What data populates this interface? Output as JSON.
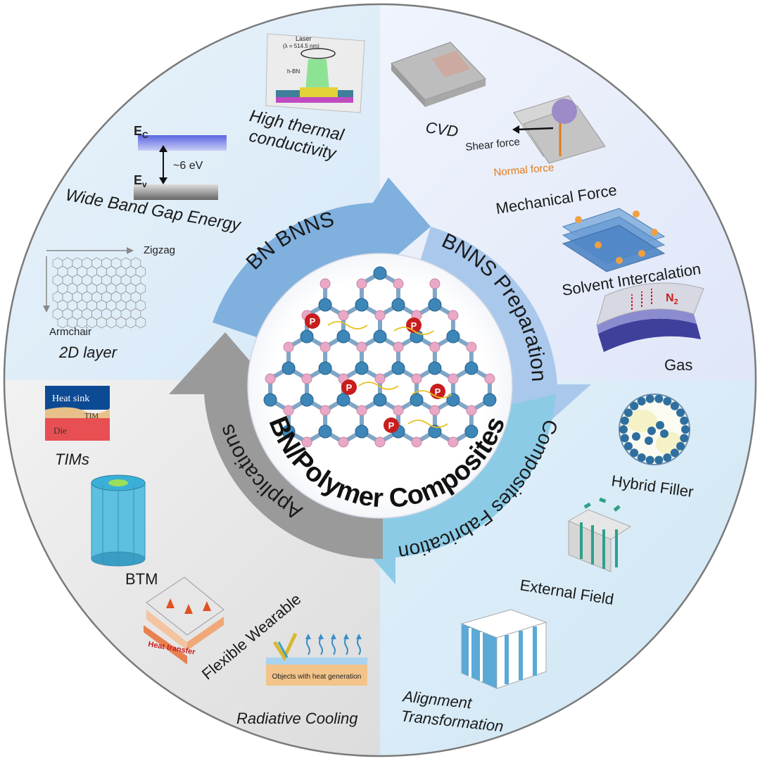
{
  "center": {
    "title": "BN/Polymer Composites",
    "polymer_marker": "P"
  },
  "ring": {
    "bn_bnns": "BN   BNNS",
    "preparation": "BNNS Preparation",
    "fabrication": "Composites Fabrication",
    "applications": "Applications"
  },
  "bn_properties": {
    "thermal": [
      "High thermal",
      "conductivity"
    ],
    "thermal_inset": {
      "laser": "Laser",
      "wavelength": "(λ = 514.5 nm)",
      "material": "h-BN"
    },
    "bandgap": {
      "label": "Wide Band Gap Energy",
      "ec": "E",
      "ec_sub": "C",
      "ev": "E",
      "ev_sub": "v",
      "gap": "~6 eV"
    },
    "layer": {
      "label": "2D layer",
      "zigzag": "Zigzag",
      "armchair": "Armchair"
    }
  },
  "preparation_methods": {
    "cvd": "CVD",
    "mechanical": {
      "label": "Mechanical Force",
      "shear": "Shear force",
      "normal": "Normal force"
    },
    "solvent": "Solvent Intercalation",
    "gas": {
      "label": "Gas",
      "n2": "N",
      "n2_sub": "2"
    }
  },
  "fabrication_methods": {
    "hybrid": "Hybrid Filler",
    "field": "External Field",
    "alignment": [
      "Alignment",
      "Transformation"
    ]
  },
  "applications_list": {
    "tims": {
      "label": "TIMs",
      "heat_sink": "Heat sink",
      "tim": "TIM",
      "die": "Die"
    },
    "btm": "BTM",
    "wearable": {
      "label": "Flexible Wearable",
      "heat_transfer": "Heat transfer"
    },
    "radiative": {
      "label": "Radiative Cooling",
      "objects": "Objects with heat generation"
    }
  },
  "colors": {
    "ring_blue": "#7fb0de",
    "ring_light": "#a9c8ec",
    "ring_cyan": "#8ccbe6",
    "ring_grey": "#9a9a9a",
    "boron": "#e9a9c6",
    "nitrogen": "#3d86b8",
    "polymer": "#c81d1d"
  }
}
